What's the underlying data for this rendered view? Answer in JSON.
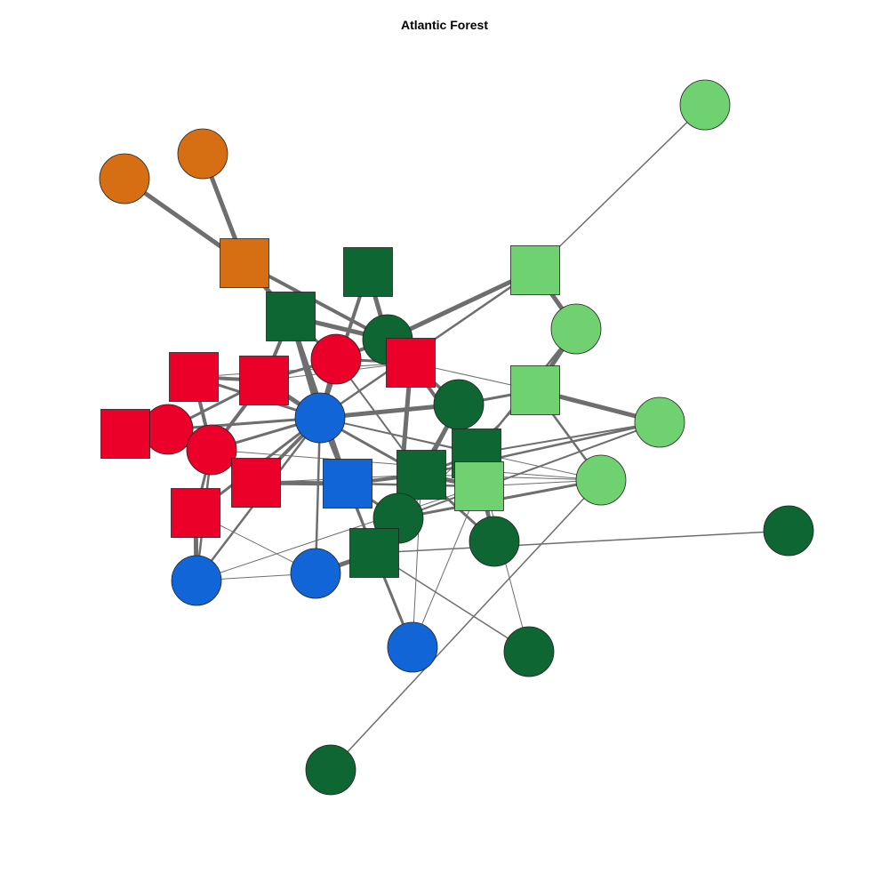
{
  "title": "Atlantic Forest",
  "colors": {
    "orange": "#D66F14",
    "dark_green": "#0E6632",
    "light_green": "#6FD16F",
    "red": "#EA0029",
    "blue": "#1265D6",
    "edge": "#6E6E6E"
  },
  "nodes": [
    {
      "id": "o1",
      "shape": "circle",
      "color": "orange"
    },
    {
      "id": "o2",
      "shape": "circle",
      "color": "orange"
    },
    {
      "id": "lg1",
      "shape": "circle",
      "color": "light_green"
    },
    {
      "id": "osq",
      "shape": "square",
      "color": "orange"
    },
    {
      "id": "dg_sq1",
      "shape": "square",
      "color": "dark_green"
    },
    {
      "id": "lg_sq1",
      "shape": "square",
      "color": "light_green"
    },
    {
      "id": "dg_sq2",
      "shape": "square",
      "color": "dark_green"
    },
    {
      "id": "lg2",
      "shape": "circle",
      "color": "light_green"
    },
    {
      "id": "dg1",
      "shape": "circle",
      "color": "dark_green"
    },
    {
      "id": "r1",
      "shape": "circle",
      "color": "red"
    },
    {
      "id": "rsq1",
      "shape": "square",
      "color": "red"
    },
    {
      "id": "rsq2",
      "shape": "square",
      "color": "red"
    },
    {
      "id": "rsq3",
      "shape": "square",
      "color": "red"
    },
    {
      "id": "lg_sq2",
      "shape": "square",
      "color": "light_green"
    },
    {
      "id": "dg2",
      "shape": "circle",
      "color": "dark_green"
    },
    {
      "id": "lg3",
      "shape": "circle",
      "color": "light_green"
    },
    {
      "id": "b1",
      "shape": "circle",
      "color": "blue"
    },
    {
      "id": "r2",
      "shape": "circle",
      "color": "red"
    },
    {
      "id": "rsq4",
      "shape": "square",
      "color": "red"
    },
    {
      "id": "r3",
      "shape": "circle",
      "color": "red"
    },
    {
      "id": "dg_sq3",
      "shape": "square",
      "color": "dark_green"
    },
    {
      "id": "rsq5",
      "shape": "square",
      "color": "red"
    },
    {
      "id": "bsq",
      "shape": "square",
      "color": "blue"
    },
    {
      "id": "dg_sq4",
      "shape": "square",
      "color": "dark_green"
    },
    {
      "id": "lg_sq3",
      "shape": "square",
      "color": "light_green"
    },
    {
      "id": "lg4",
      "shape": "circle",
      "color": "light_green"
    },
    {
      "id": "rsq6",
      "shape": "square",
      "color": "red"
    },
    {
      "id": "dg3",
      "shape": "circle",
      "color": "dark_green"
    },
    {
      "id": "dg4",
      "shape": "circle",
      "color": "dark_green"
    },
    {
      "id": "dg5",
      "shape": "circle",
      "color": "dark_green"
    },
    {
      "id": "dg_sq5",
      "shape": "square",
      "color": "dark_green"
    },
    {
      "id": "b2",
      "shape": "circle",
      "color": "blue"
    },
    {
      "id": "b3",
      "shape": "circle",
      "color": "blue"
    },
    {
      "id": "b4",
      "shape": "circle",
      "color": "blue"
    },
    {
      "id": "dg6",
      "shape": "circle",
      "color": "dark_green"
    },
    {
      "id": "dg7",
      "shape": "circle",
      "color": "dark_green"
    }
  ],
  "edges": [
    [
      "o1",
      "osq",
      5
    ],
    [
      "o2",
      "osq",
      5
    ],
    [
      "osq",
      "dg_sq2",
      5
    ],
    [
      "osq",
      "dg1",
      4
    ],
    [
      "lg1",
      "lg_sq1",
      1.5
    ],
    [
      "lg_sq1",
      "dg1",
      5
    ],
    [
      "lg_sq1",
      "lg2",
      5
    ],
    [
      "lg_sq1",
      "b1",
      2.5
    ],
    [
      "dg_sq1",
      "dg1",
      5
    ],
    [
      "dg_sq1",
      "b1",
      4
    ],
    [
      "dg_sq2",
      "dg1",
      5
    ],
    [
      "dg_sq2",
      "b1",
      5
    ],
    [
      "dg_sq2",
      "rsq2",
      4
    ],
    [
      "dg_sq2",
      "r1",
      3
    ],
    [
      "dg_sq2",
      "bsq",
      4
    ],
    [
      "lg2",
      "lg_sq2",
      5
    ],
    [
      "lg2",
      "dg_sq3",
      2.5
    ],
    [
      "dg1",
      "r1",
      4
    ],
    [
      "dg1",
      "rsq3",
      3
    ],
    [
      "dg1",
      "dg2",
      3
    ],
    [
      "rsq1",
      "rsq2",
      4
    ],
    [
      "rsq1",
      "r3",
      4
    ],
    [
      "rsq1",
      "rsq3",
      1
    ],
    [
      "rsq1",
      "b1",
      3
    ],
    [
      "rsq2",
      "b1",
      5
    ],
    [
      "rsq2",
      "r2",
      3
    ],
    [
      "rsq2",
      "r3",
      4
    ],
    [
      "rsq2",
      "rsq3",
      1
    ],
    [
      "r1",
      "b1",
      5
    ],
    [
      "r1",
      "rsq3",
      3
    ],
    [
      "r1",
      "rsq2",
      3
    ],
    [
      "r1",
      "dg_sq4",
      2
    ],
    [
      "rsq3",
      "dg2",
      3
    ],
    [
      "rsq3",
      "dg_sq3",
      4
    ],
    [
      "rsq3",
      "lg_sq2",
      1
    ],
    [
      "rsq3",
      "dg3",
      5
    ],
    [
      "lg_sq2",
      "lg3",
      5
    ],
    [
      "lg_sq2",
      "lg4",
      2.5
    ],
    [
      "lg_sq2",
      "dg2",
      3
    ],
    [
      "lg_sq2",
      "dg3",
      1
    ],
    [
      "dg2",
      "b1",
      5
    ],
    [
      "dg2",
      "dg_sq4",
      5
    ],
    [
      "dg2",
      "dg_sq5",
      3
    ],
    [
      "dg2",
      "dg3",
      3
    ],
    [
      "lg3",
      "dg_sq4",
      2.5
    ],
    [
      "lg3",
      "dg_sq3",
      2
    ],
    [
      "b1",
      "r3",
      3
    ],
    [
      "b1",
      "rsq5",
      4
    ],
    [
      "b1",
      "bsq",
      3
    ],
    [
      "b1",
      "dg_sq4",
      3
    ],
    [
      "b1",
      "dg_sq3",
      2
    ],
    [
      "b1",
      "lg4",
      1
    ],
    [
      "b1",
      "dg_sq5",
      2.5
    ],
    [
      "b1",
      "b3",
      2.5
    ],
    [
      "b1",
      "rsq6",
      3
    ],
    [
      "b1",
      "b2",
      2.5
    ],
    [
      "r2",
      "rsq4",
      4
    ],
    [
      "r2",
      "r3",
      4
    ],
    [
      "r2",
      "b1",
      3
    ],
    [
      "rsq4",
      "r3",
      4
    ],
    [
      "r3",
      "rsq5",
      4
    ],
    [
      "r3",
      "rsq6",
      3
    ],
    [
      "r3",
      "b2",
      2.5
    ],
    [
      "r3",
      "lg4",
      1
    ],
    [
      "rsq5",
      "bsq",
      5
    ],
    [
      "rsq5",
      "dg_sq4",
      1
    ],
    [
      "bsq",
      "dg_sq4",
      4
    ],
    [
      "bsq",
      "dg3",
      3
    ],
    [
      "bsq",
      "dg_sq5",
      3
    ],
    [
      "bsq",
      "lg_sq3",
      2.5
    ],
    [
      "dg_sq4",
      "lg_sq3",
      5
    ],
    [
      "dg_sq4",
      "dg_sq3",
      3
    ],
    [
      "dg_sq4",
      "dg4",
      3
    ],
    [
      "dg_sq4",
      "dg3",
      3
    ],
    [
      "dg_sq4",
      "b4",
      1
    ],
    [
      "dg_sq4",
      "lg4",
      1
    ],
    [
      "lg_sq3",
      "lg4",
      1
    ],
    [
      "lg4",
      "dg7",
      1.5
    ],
    [
      "lg4",
      "dg3",
      3
    ],
    [
      "rsq6",
      "b2",
      5
    ],
    [
      "rsq6",
      "b3",
      1
    ],
    [
      "dg3",
      "dg_sq5",
      3
    ],
    [
      "dg3",
      "lg3",
      2
    ],
    [
      "dg_sq5",
      "b3",
      5
    ],
    [
      "dg_sq5",
      "b4",
      3
    ],
    [
      "dg_sq5",
      "dg6",
      1.5
    ],
    [
      "dg_sq5",
      "dg5",
      1.5
    ],
    [
      "b3",
      "b2",
      1
    ],
    [
      "b2",
      "lg_sq3",
      1
    ],
    [
      "dg_sq3",
      "dg4",
      3
    ],
    [
      "lg_sq3",
      "dg4",
      2
    ],
    [
      "b4",
      "lg_sq3",
      1
    ],
    [
      "dg_sq3",
      "dg6",
      1
    ]
  ]
}
